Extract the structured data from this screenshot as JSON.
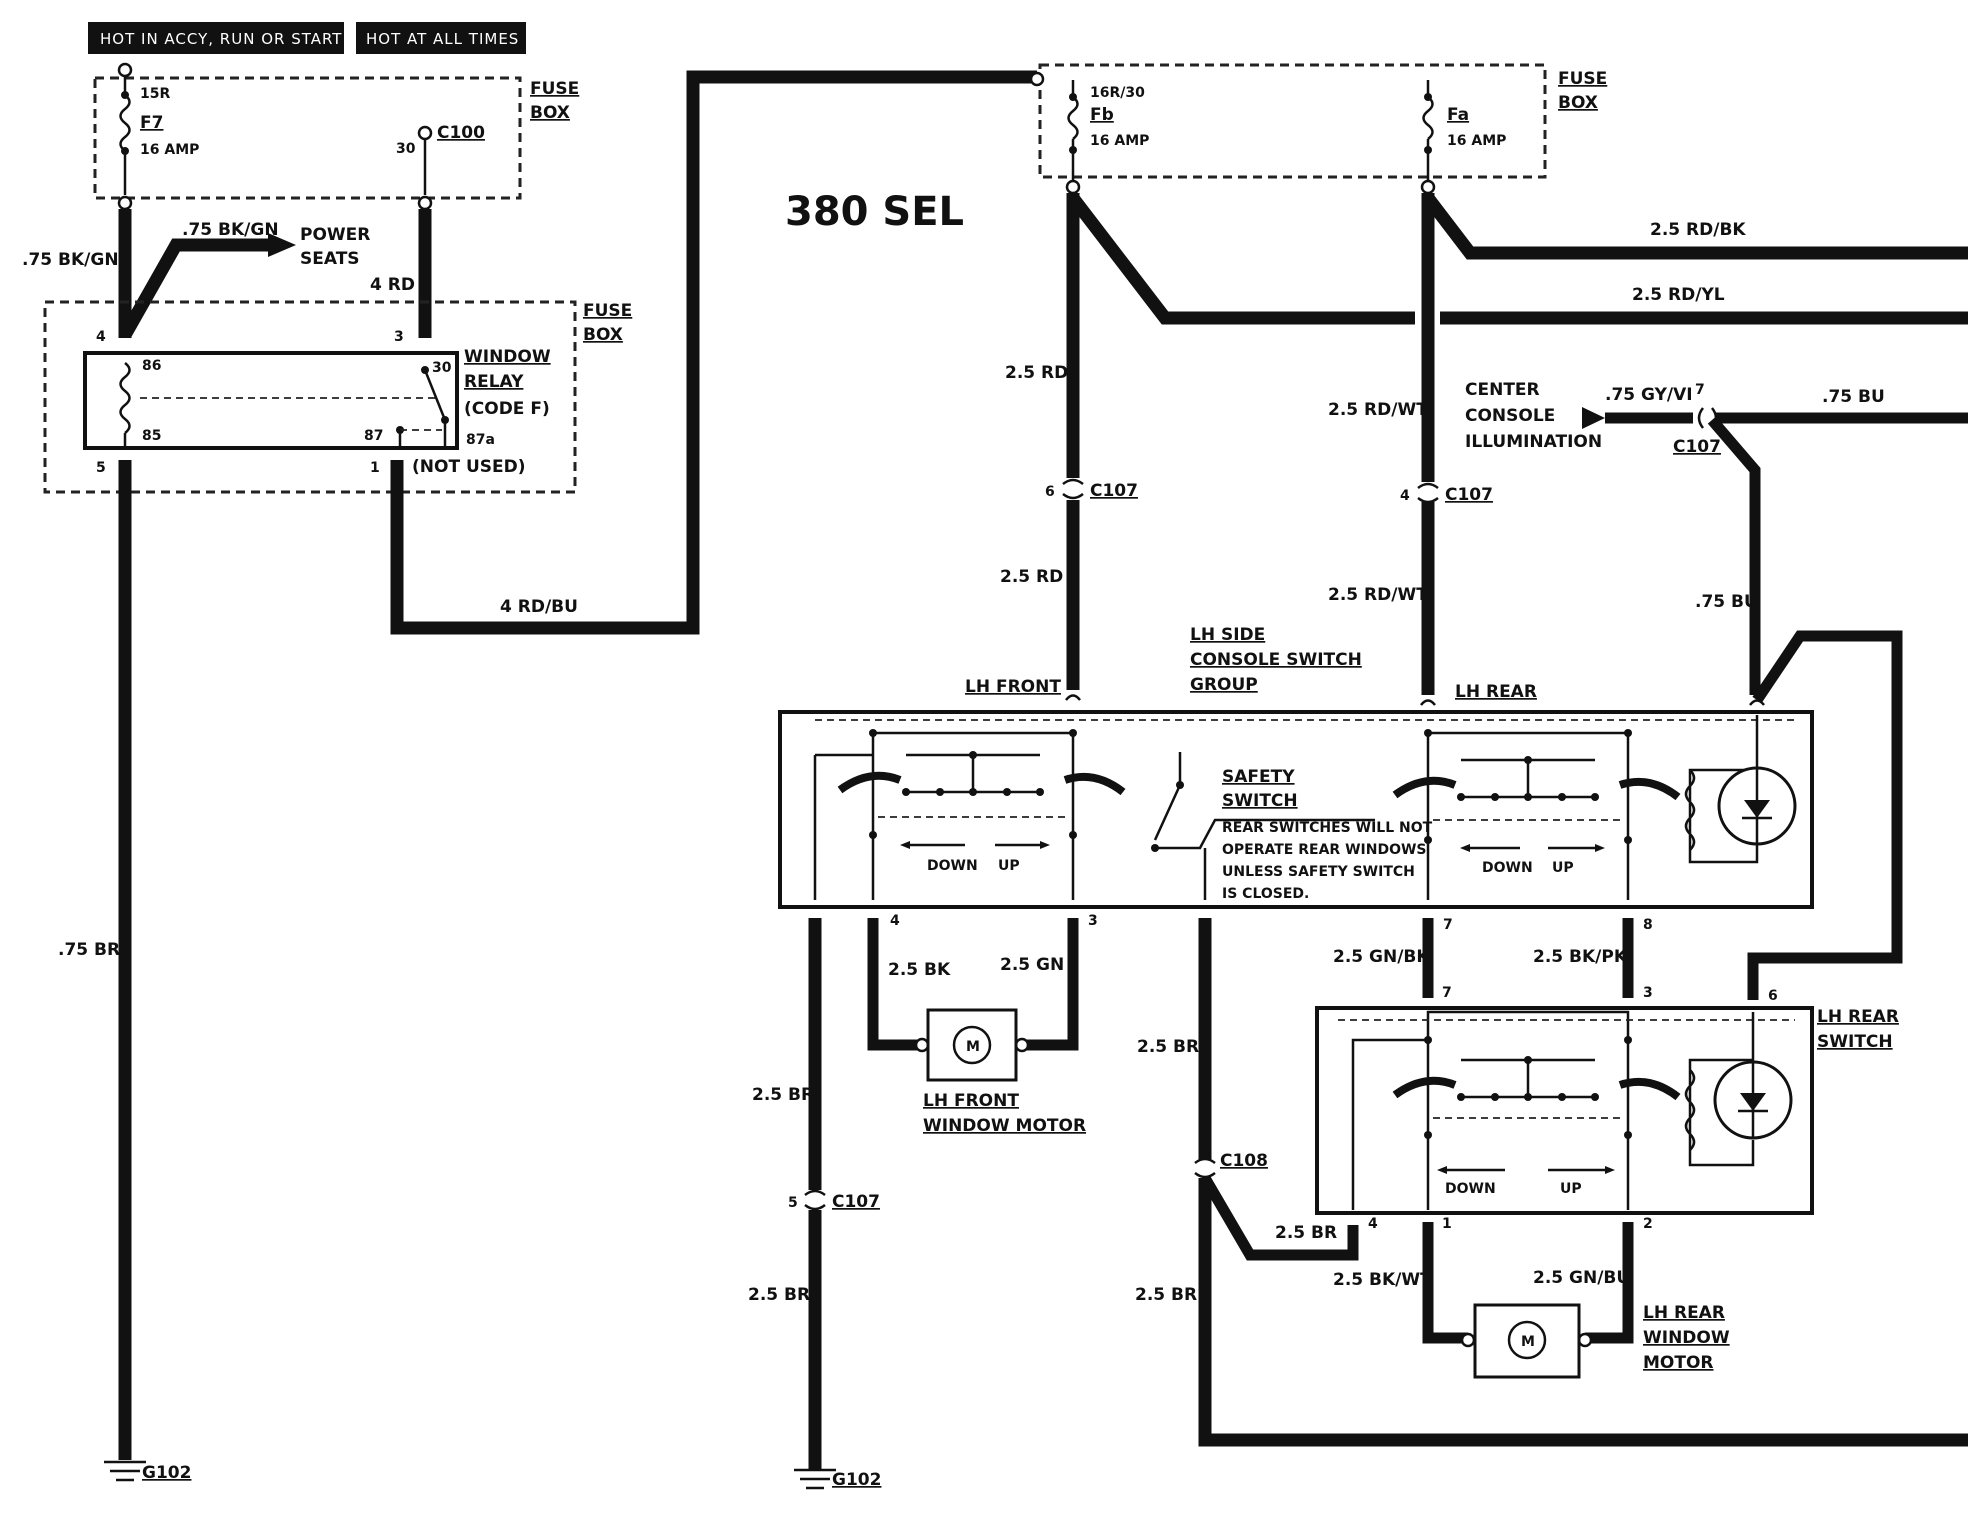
{
  "title": "380 SEL",
  "headers": {
    "switched": "HOT IN ACCY, RUN OR START",
    "constant": "HOT AT ALL TIMES"
  },
  "fuse_box_label": {
    "line1": "FUSE",
    "line2": "BOX"
  },
  "fuse_f7": {
    "terminal": "15R",
    "name": "F7",
    "rating": "16 AMP"
  },
  "fuse_fb": {
    "terminal": "16R/30",
    "name": "Fb",
    "rating": "16 AMP"
  },
  "fuse_fa": {
    "name": "Fa",
    "rating": "16 AMP"
  },
  "c100": {
    "name": "C100",
    "pin": "30"
  },
  "relay": {
    "line1": "WINDOW",
    "line2": "RELAY",
    "line3": "(CODE F)",
    "pin86": "86",
    "pin85": "85",
    "pin30": "30",
    "pin87": "87",
    "pin87a": "87a",
    "terminal4": "4",
    "terminal3": "3",
    "terminal5": "5",
    "terminal1": "1",
    "not_used": "(NOT USED)"
  },
  "power_seats": {
    "line1": "POWER",
    "line2": "SEATS"
  },
  "wires": {
    "bk_gn_left": ".75 BK/GN",
    "bk_gn_seat": ".75 BK/GN",
    "rd4": "4 RD",
    "rd_bu": "4 RD/BU",
    "br75": ".75 BR",
    "rd25_top": "2.5 RD",
    "rd25_bottom": "2.5 RD",
    "rdwt_top": "2.5 RD/WT",
    "rdwt_bottom": "2.5 RD/WT",
    "rd_bk": "2.5 RD/BK",
    "rd_yl": "2.5 RD/YL",
    "gy_vi": ".75 GY/VI",
    "bu_right": ".75 BU",
    "bu_down": ".75 BU",
    "bk25": "2.5 BK",
    "gn25": "2.5 GN",
    "br_front_a": "2.5 BR",
    "br_front_b": "2.5 BR",
    "br_safety": "2.5 BR",
    "br_rear_sw": "2.5 BR",
    "br_bottom": "2.5 BR",
    "gn_bk": "2.5 GN/BK",
    "bk_pk": "2.5 BK/PK",
    "bk_wt": "2.5 BK/WT",
    "gn_bu": "2.5 GN/BU"
  },
  "connectors": {
    "c107": "C107",
    "c108": "C108",
    "c107_pin6": "6",
    "c107_pin4": "4",
    "c107_pin7": "7",
    "c107_pin5": "5"
  },
  "center_console": {
    "line1": "CENTER",
    "line2": "CONSOLE",
    "line3": "ILLUMINATION"
  },
  "console_group": {
    "line1": "LH SIDE",
    "line2": "CONSOLE SWITCH",
    "line3": "GROUP",
    "lh_front": "LH FRONT",
    "lh_rear": "LH REAR",
    "down": "DOWN",
    "up": "UP",
    "pin4": "4",
    "pin3": "3",
    "pin7": "7",
    "pin8": "8"
  },
  "safety_switch": {
    "line1": "SAFETY",
    "line2": "SWITCH",
    "note1": "REAR SWITCHES WILL NOT",
    "note2": "OPERATE REAR WINDOWS",
    "note3": "UNLESS SAFETY SWITCH",
    "note4": "IS CLOSED."
  },
  "front_motor": {
    "line1": "LH FRONT",
    "line2": "WINDOW MOTOR",
    "symbol": "M"
  },
  "rear_switch": {
    "line1": "LH REAR",
    "line2": "SWITCH",
    "pin7": "7",
    "pin3": "3",
    "pin6": "6",
    "pin4": "4",
    "pin1": "1",
    "pin2": "2",
    "down": "DOWN",
    "up": "UP"
  },
  "rear_motor": {
    "line1": "LH REAR",
    "line2": "WINDOW",
    "line3": "MOTOR",
    "symbol": "M"
  },
  "grounds": {
    "left": "G102",
    "center": "G102"
  }
}
